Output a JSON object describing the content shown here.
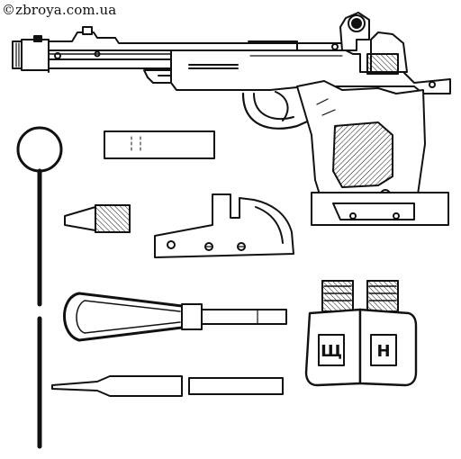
{
  "watermark": "©zbroya.com.ua",
  "bottle_labels": {
    "left": "Щ",
    "right": "Н"
  },
  "colors": {
    "ink": "#111111",
    "background": "#ffffff"
  },
  "icons": [
    "target-pistol-illustration",
    "cleaning-rod-loop-icon",
    "magazine-bar-icon",
    "bullet-icon",
    "barrel-weight-icon",
    "screwdriver-icon",
    "punch-tool-icon",
    "rod-segment-icon",
    "oil-bottles-icon"
  ]
}
